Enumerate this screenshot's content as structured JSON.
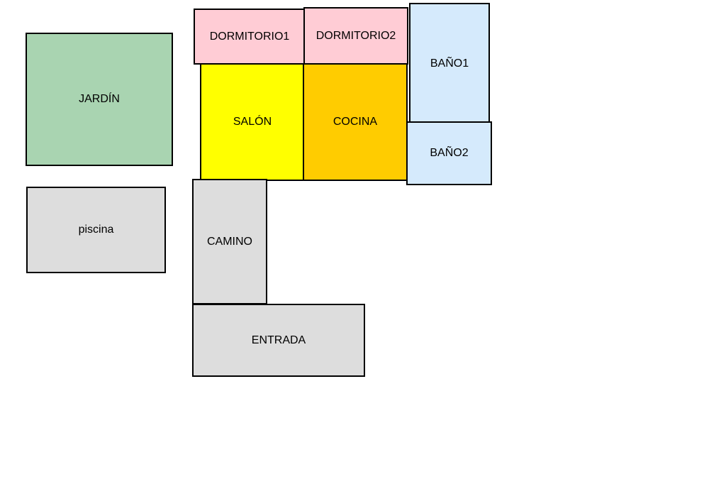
{
  "rooms": {
    "jardin": {
      "label": "JARDÍN",
      "color": "#a9d4b1"
    },
    "piscina": {
      "label": "piscina",
      "color": "#dddddd"
    },
    "dorm1": {
      "label": "DORMITORIO1",
      "color": "#ffccd5"
    },
    "dorm2": {
      "label": "DORMITORIO2",
      "color": "#ffccd5"
    },
    "bano1": {
      "label": "BAÑO1",
      "color": "#d5eafc"
    },
    "salon": {
      "label": "SALÓN",
      "color": "#ffff00"
    },
    "cocina": {
      "label": "COCINA",
      "color": "#ffcc00"
    },
    "bano2": {
      "label": "BAÑO2",
      "color": "#d5eafc"
    },
    "camino": {
      "label": "CAMINO",
      "color": "#dddddd"
    },
    "entrada": {
      "label": "ENTRADA",
      "color": "#dddddd"
    }
  }
}
